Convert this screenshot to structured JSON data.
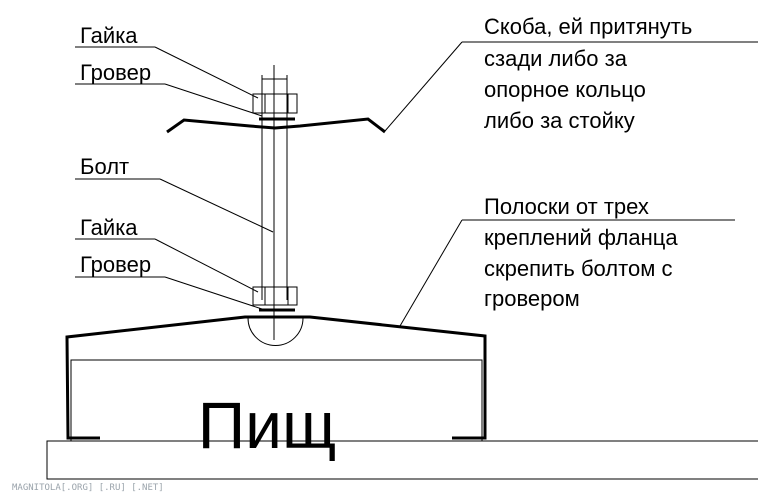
{
  "labels": {
    "nut_top": "Гайка",
    "washer_top": "Гровер",
    "bolt": "Болт",
    "nut_bottom": "Гайка",
    "washer_bottom": "Гровер"
  },
  "notes": {
    "bracket": [
      "Скоба, ей притянуть",
      "сзади либо за",
      "опорное кольцо",
      "либо за стойку"
    ],
    "strips": [
      "Полоски от трех",
      "креплений фланца",
      "скрепить болтом с",
      "гровером"
    ]
  },
  "speaker_label": "Пищ",
  "watermark": "MAGNITOLA[.ORG] [.RU] [.NET]"
}
